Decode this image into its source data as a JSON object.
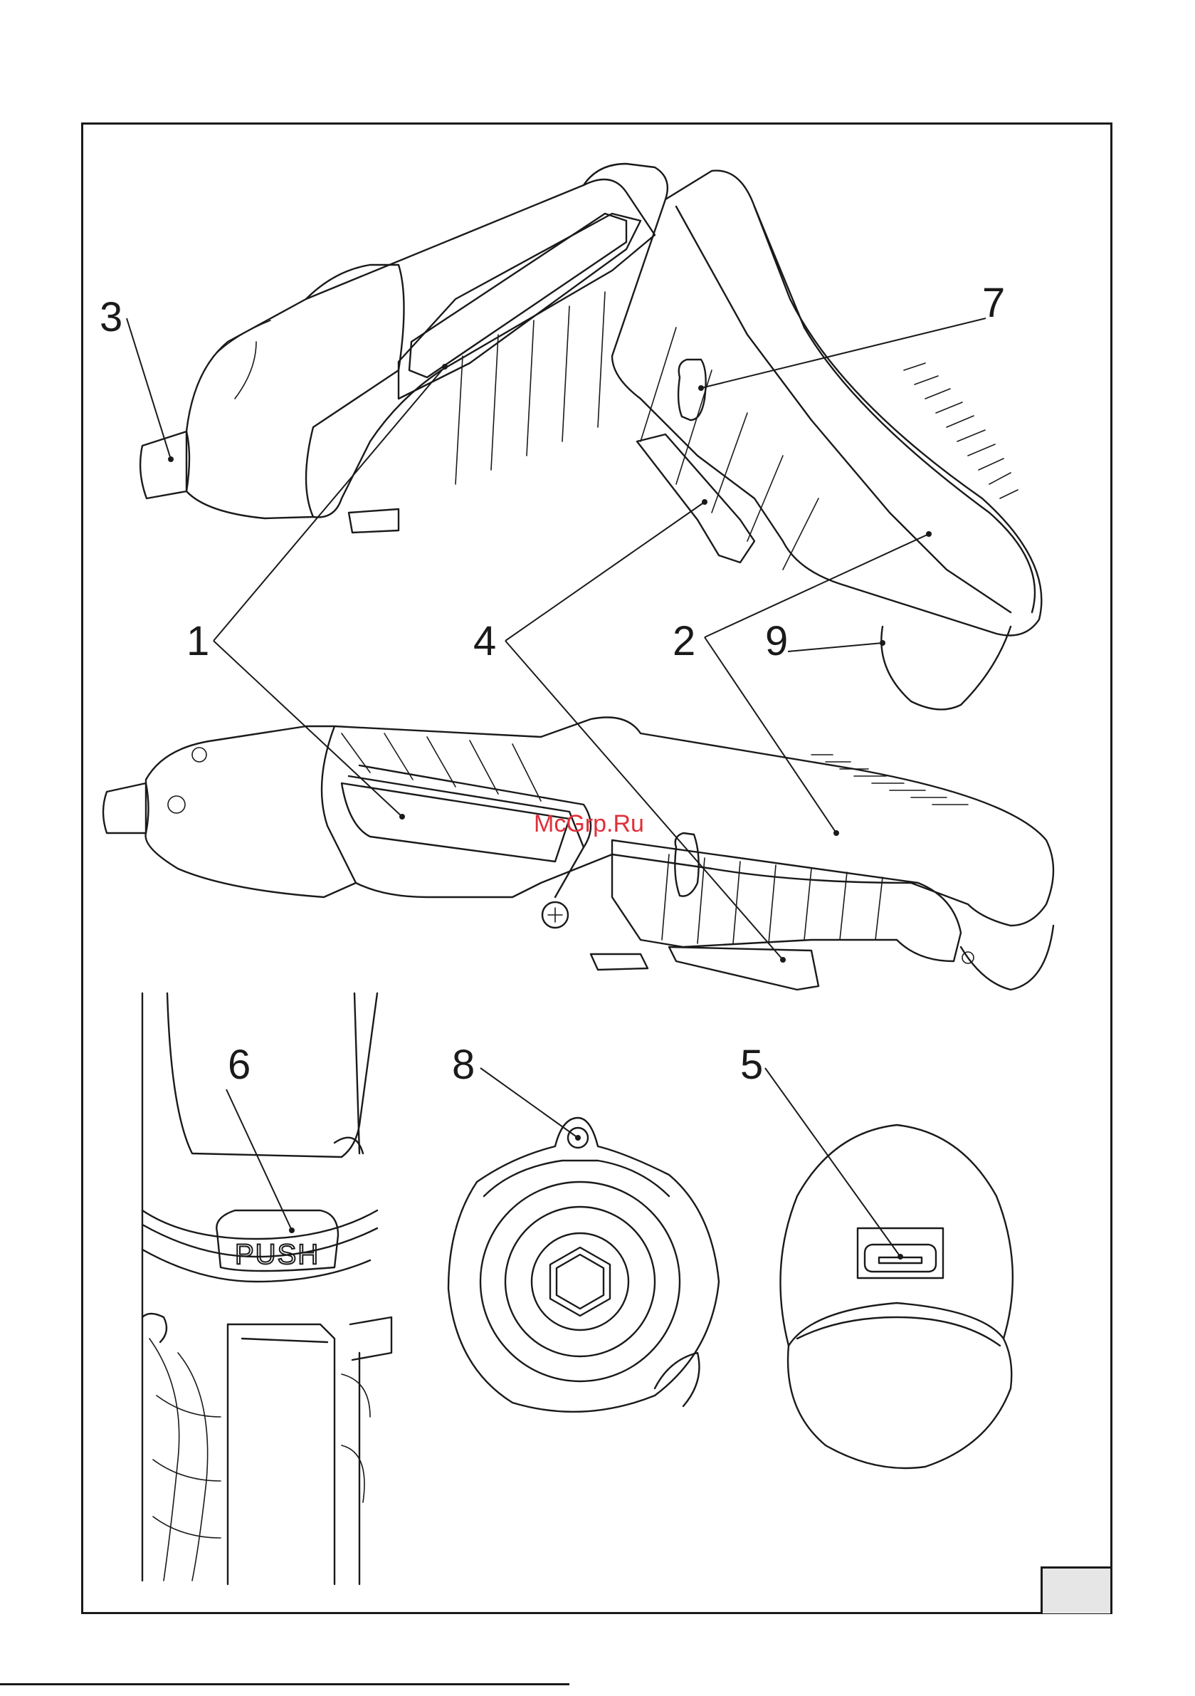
{
  "labels": {
    "l1": "1",
    "l2": "2",
    "l3": "3",
    "l4": "4",
    "l5": "5",
    "l6": "6",
    "l7": "7",
    "l8": "8",
    "l9": "9"
  },
  "push_text": "PUSH",
  "watermark": "McGrp.Ru",
  "colors": {
    "ink": "#1a1a1a",
    "watermark": "#e0303a",
    "page_box": "#e6e6e6"
  }
}
